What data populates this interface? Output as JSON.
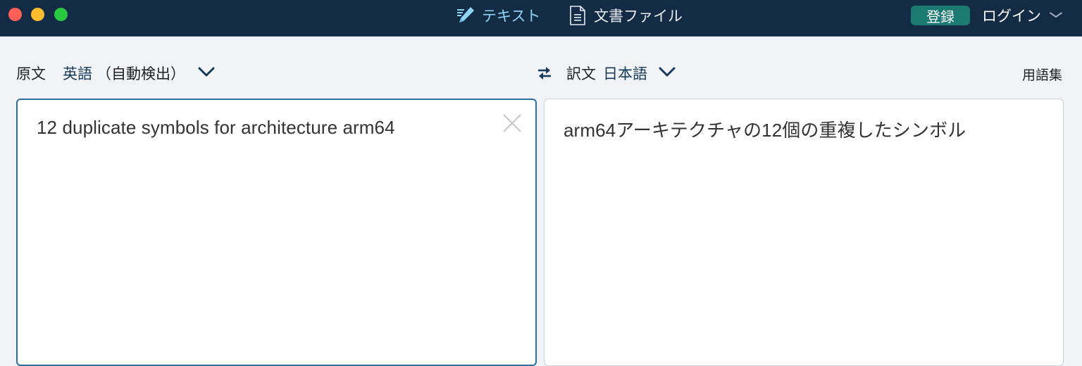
{
  "window": {
    "traffic_lights": [
      "close",
      "minimize",
      "maximize"
    ]
  },
  "header": {
    "tabs": [
      {
        "label": "テキスト",
        "icon": "pencil-icon",
        "active": true
      },
      {
        "label": "文書ファイル",
        "icon": "document-icon",
        "active": false
      }
    ],
    "register_label": "登録",
    "login_label": "ログイン",
    "colors": {
      "titlebar_bg": "#132b45",
      "active_tab": "#8fd3f5",
      "register_bg": "#1b7a72"
    }
  },
  "source": {
    "prefix": "原文",
    "language": "英語",
    "detect_note": "（自動検出）",
    "text": "12 duplicate symbols for architecture arm64"
  },
  "target": {
    "prefix": "訳文",
    "language": "日本語",
    "text": "arm64アーキテクチャの12個の重複したシンボル"
  },
  "glossary_label": "用語集"
}
